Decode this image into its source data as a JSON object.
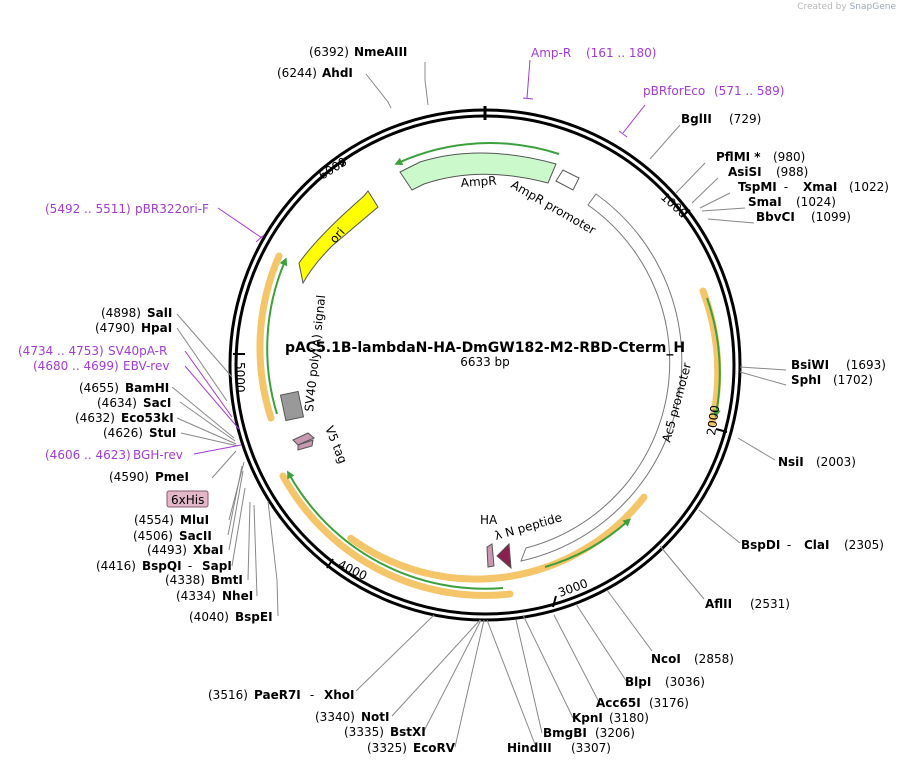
{
  "credit": {
    "prefix": "Created by",
    "brand": "SnapGene"
  },
  "plasmid": {
    "name": "pAC5.1B-lambdaN-HA-DmGW182-M2-RBD-Cterm_H",
    "length_label": "6633 bp",
    "length": 6633
  },
  "ticks": [
    {
      "pos": 1000,
      "label": "1000"
    },
    {
      "pos": 2000,
      "label": "2000"
    },
    {
      "pos": 3000,
      "label": "3000"
    },
    {
      "pos": 4000,
      "label": "4000"
    },
    {
      "pos": 5000,
      "label": "5000"
    },
    {
      "pos": 6000,
      "label": "6000"
    }
  ],
  "enzymes": [
    {
      "id": "nmeaiii",
      "name": "NmeAIII",
      "pos": "(6392)"
    },
    {
      "id": "ahdi",
      "name": "AhdI",
      "pos": "(6244)"
    },
    {
      "id": "bglii",
      "name": "BglII",
      "pos": "(729)"
    },
    {
      "id": "pflmi",
      "name": "PflMI *",
      "pos": "(980)"
    },
    {
      "id": "asisi",
      "name": "AsiSI",
      "pos": "(988)"
    },
    {
      "id": "tspmi-xmai",
      "name": "TspMI",
      "name2": "XmaI",
      "sep": " - ",
      "pos": "(1022)"
    },
    {
      "id": "smai",
      "name": "SmaI",
      "pos": "(1024)"
    },
    {
      "id": "bbvci",
      "name": "BbvCI",
      "pos": "(1099)"
    },
    {
      "id": "bsiwi",
      "name": "BsiWI",
      "pos": "(1693)"
    },
    {
      "id": "sphi",
      "name": "SphI",
      "pos": "(1702)"
    },
    {
      "id": "nsii",
      "name": "NsiI",
      "pos": "(2003)"
    },
    {
      "id": "bspdi-clai",
      "name": "BspDI",
      "name2": "ClaI",
      "sep": " - ",
      "pos": "(2305)"
    },
    {
      "id": "aflii",
      "name": "AflII",
      "pos": "(2531)"
    },
    {
      "id": "ncoi",
      "name": "NcoI",
      "pos": "(2858)"
    },
    {
      "id": "blpi",
      "name": "BlpI",
      "pos": "(3036)"
    },
    {
      "id": "acc65i",
      "name": "Acc65I",
      "pos": "(3176)"
    },
    {
      "id": "kpni",
      "name": "KpnI",
      "pos": "(3180)"
    },
    {
      "id": "bmgbi",
      "name": "BmgBI",
      "pos": "(3206)"
    },
    {
      "id": "hindiii",
      "name": "HindIII",
      "pos": "(3307)"
    },
    {
      "id": "ecorv",
      "name": "EcoRV",
      "pos": "(3325)"
    },
    {
      "id": "bstxi",
      "name": "BstXI",
      "pos": "(3335)"
    },
    {
      "id": "noti",
      "name": "NotI",
      "pos": "(3340)"
    },
    {
      "id": "paer7i-xhoi",
      "name": "PaeR7I",
      "name2": "XhoI",
      "sep": " - ",
      "pos": "(3516)"
    },
    {
      "id": "bspei",
      "name": "BspEI",
      "pos": "(4040)"
    },
    {
      "id": "nhei",
      "name": "NheI",
      "pos": "(4334)"
    },
    {
      "id": "bmti",
      "name": "BmtI",
      "pos": "(4338)"
    },
    {
      "id": "bspqi-sapi",
      "name": "BspQI",
      "name2": "SapI",
      "sep": " - ",
      "pos": "(4416)"
    },
    {
      "id": "xbai",
      "name": "XbaI",
      "pos": "(4493)"
    },
    {
      "id": "sacii",
      "name": "SacII",
      "pos": "(4506)"
    },
    {
      "id": "mlui",
      "name": "MluI",
      "pos": "(4554)"
    },
    {
      "id": "pmei",
      "name": "PmeI",
      "pos": "(4590)"
    },
    {
      "id": "stui",
      "name": "StuI",
      "pos": "(4626)"
    },
    {
      "id": "eco53ki",
      "name": "Eco53kI",
      "pos": "(4632)"
    },
    {
      "id": "saci",
      "name": "SacI",
      "pos": "(4634)"
    },
    {
      "id": "bamhi",
      "name": "BamHI",
      "pos": "(4655)"
    },
    {
      "id": "hpai",
      "name": "HpaI",
      "pos": "(4790)"
    },
    {
      "id": "sali",
      "name": "SalI",
      "pos": "(4898)"
    }
  ],
  "primers": [
    {
      "id": "amp-r",
      "name": "Amp-R",
      "range": "(161 .. 180)"
    },
    {
      "id": "pbrforeco",
      "name": "pBRforEco",
      "range": "(571 .. 589)"
    },
    {
      "id": "pbr322ori-f",
      "name": "pBR322ori-F",
      "range": "(5492 .. 5511)"
    },
    {
      "id": "sv40pa-r",
      "name": "SV40pA-R",
      "range": "(4734 .. 4753)"
    },
    {
      "id": "ebv-rev",
      "name": "EBV-rev",
      "range": "(4680 .. 4699)"
    },
    {
      "id": "bgh-rev",
      "name": "BGH-rev",
      "range": "(4606 .. 4623)"
    }
  ],
  "features": {
    "ampr": "AmpR",
    "ampr_promoter": "AmpR promoter",
    "ori": "ori",
    "sv40": "SV40 poly(A) signal",
    "v5": "V5 tag",
    "ac5": "Ac5 promoter",
    "ha": "HA",
    "lambda_n": "λ N peptide",
    "his": "6xHis"
  },
  "colors": {
    "backbone": "#000000",
    "ampr_fill": "#ccf9cc",
    "ori_fill": "#ffff00",
    "promoter_fill": "#ffffff",
    "sv40_fill": "#999999",
    "tag_fill": "#c898b0",
    "lambda_fill": "#8b2050",
    "orf_highlight": "#f5c56a",
    "orf_arrow": "#3ca03c",
    "primer": "#a23bd6",
    "his_box": "#e3b6c8"
  }
}
